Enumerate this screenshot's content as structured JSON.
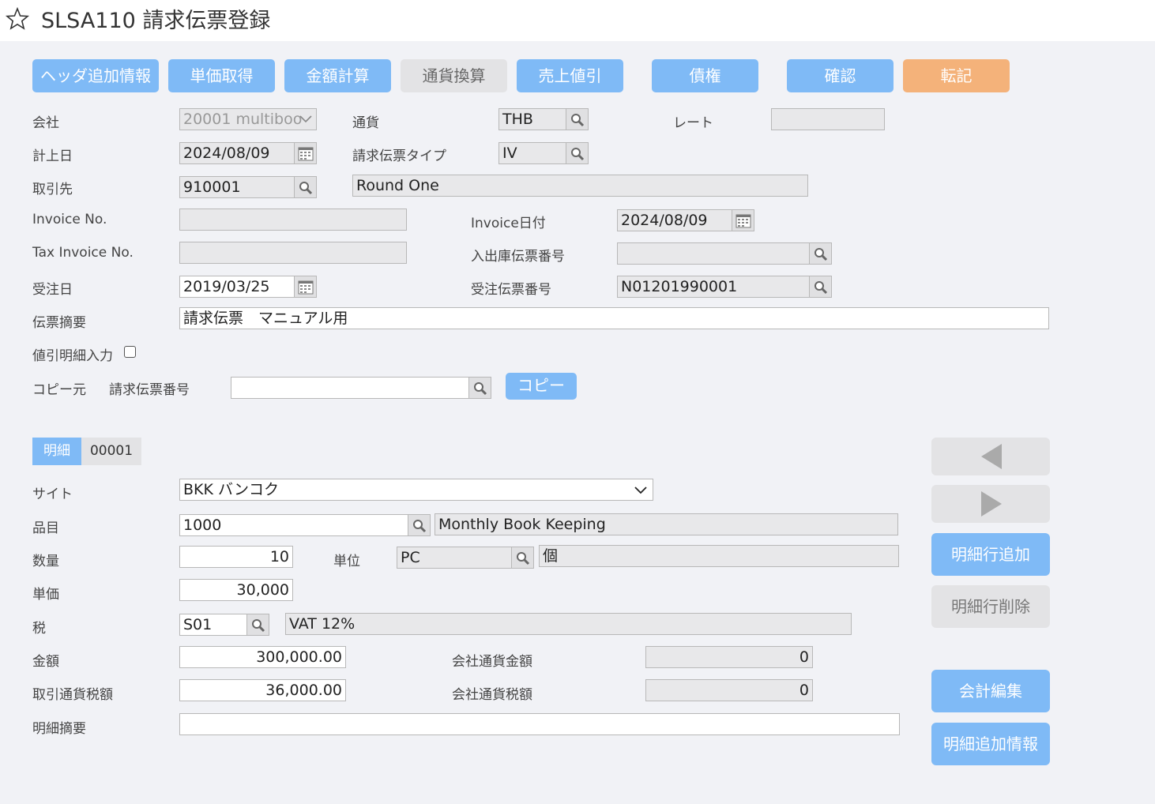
{
  "title": "SLSA110 請求伝票登録",
  "toolbar": {
    "header_info": "ヘッダ追加情報",
    "unit_price": "単価取得",
    "amount_calc": "金額計算",
    "currency_conv": "通貨換算",
    "discount": "売上値引",
    "receivable": "債権",
    "confirm": "確認",
    "post": "転記"
  },
  "header": {
    "company_label": "会社",
    "company_value": "20001 multiboo",
    "currency_label": "通貨",
    "currency_value": "THB",
    "rate_label": "レート",
    "rate_value": "",
    "post_date_label": "計上日",
    "post_date_value": "2024/08/09",
    "invoice_type_label": "請求伝票タイプ",
    "invoice_type_value": "IV",
    "partner_label": "取引先",
    "partner_code": "910001",
    "partner_name": "Round One",
    "invoice_no_label": "Invoice No.",
    "invoice_no_value": "",
    "invoice_date_label": "Invoice日付",
    "invoice_date_value": "2024/08/09",
    "tax_invoice_label": "Tax Invoice No.",
    "tax_invoice_value": "",
    "inout_label": "入出庫伝票番号",
    "inout_value": "",
    "order_date_label": "受注日",
    "order_date_value": "2019/03/25",
    "order_no_label": "受注伝票番号",
    "order_no_value": "N01201990001",
    "summary_label": "伝票摘要",
    "summary_value": "請求伝票　マニュアル用",
    "discount_label": "値引明細入力",
    "copy_label": "コピー元",
    "copy_sub_label": "請求伝票番号",
    "copy_value": "",
    "copy_button": "コピー"
  },
  "detail": {
    "tab_label": "明細",
    "tab_number": "00001",
    "site_label": "サイト",
    "site_value": "BKK バンコク",
    "item_label": "品目",
    "item_code": "1000",
    "item_name": "Monthly Book Keeping",
    "qty_label": "数量",
    "qty_value": "10",
    "unit_label": "単位",
    "unit_code": "PC",
    "unit_name": "個",
    "price_label": "単価",
    "price_value": "30,000",
    "tax_label": "税",
    "tax_code": "S01",
    "tax_name": "VAT 12%",
    "amount_label": "金額",
    "amount_value": "300,000.00",
    "company_amount_label": "会社通貨金額",
    "company_amount_value": "0",
    "tax_amount_label": "取引通貨税額",
    "tax_amount_value": "36,000.00",
    "company_tax_label": "会社通貨税額",
    "company_tax_value": "0",
    "line_summary_label": "明細摘要",
    "line_summary_value": ""
  },
  "side": {
    "add_row": "明細行追加",
    "delete_row": "明細行削除",
    "acct_edit": "会計編集",
    "line_info": "明細追加情報"
  },
  "colors": {
    "primary": "#7fbaf6",
    "disabled": "#e3e3e5",
    "accent": "#f4b27a",
    "background": "#f1f2f6"
  }
}
